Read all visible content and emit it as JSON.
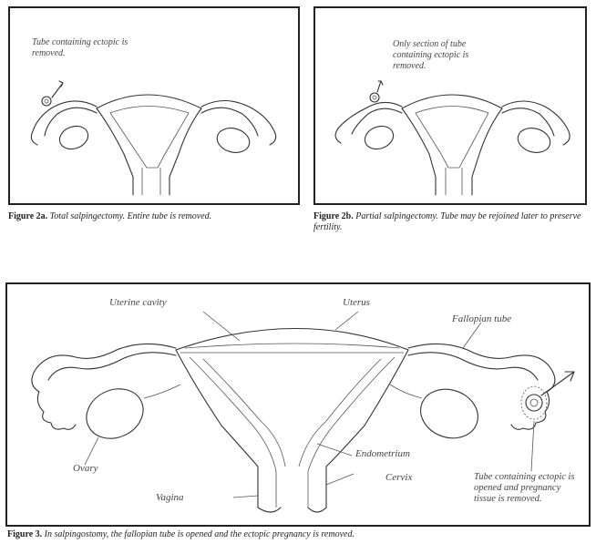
{
  "figure2a": {
    "note": "Tube containing ectopic is removed.",
    "caption_label": "Figure 2a.",
    "caption_text": "Total salpingectomy. Entire tube is removed."
  },
  "figure2b": {
    "note": "Only section of tube containing ectopic is removed.",
    "caption_label": "Figure 2b.",
    "caption_text": "Partial salpingectomy. Tube may be rejoined later to preserve fertility."
  },
  "figure3": {
    "labels": {
      "uterine_cavity": "Uterine cavity",
      "uterus": "Uterus",
      "fallopian_tube": "Fallopian tube",
      "ovary": "Ovary",
      "endometrium": "Endometrium",
      "cervix": "Cervix",
      "vagina": "Vagina",
      "tube_note": "Tube containing ectopic is opened and pregnancy tissue is removed."
    },
    "caption_label": "Figure 3.",
    "caption_text": "In salpingostomy, the fallopian tube is opened and the ectopic pregnancy is removed."
  }
}
